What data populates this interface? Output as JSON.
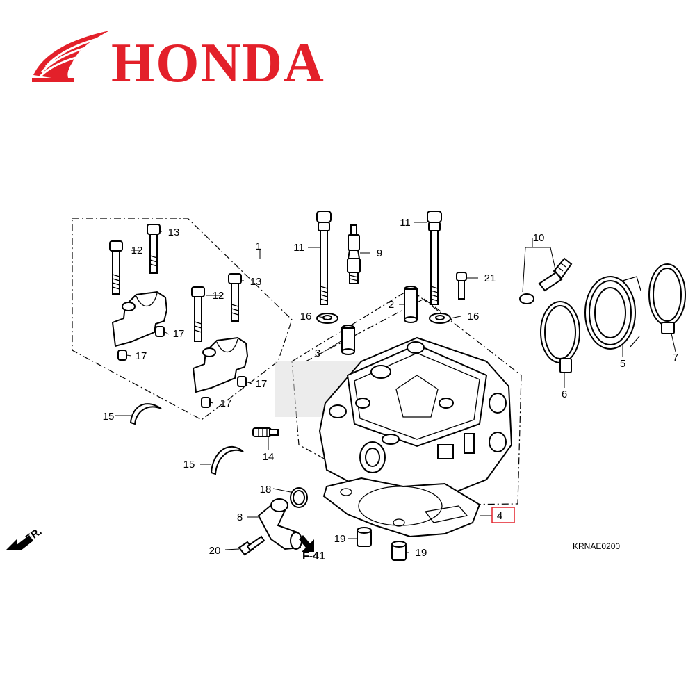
{
  "brand": {
    "name": "HONDA",
    "color": "#e3202a",
    "logo_icon": "honda-wing-icon"
  },
  "diagram": {
    "code": "KRNAE0200",
    "ref_label": "F-41",
    "direction_label": "FR.",
    "highlight_color": "#e3202a",
    "callouts": {
      "c1": "1",
      "c2": "2",
      "c3": "3",
      "c4": "4",
      "c5": "5",
      "c6": "6",
      "c7": "7",
      "c8": "8",
      "c9": "9",
      "c10": "10",
      "c11a": "11",
      "c11b": "11",
      "c12a": "12",
      "c12b": "12",
      "c13a": "13",
      "c13b": "13",
      "c14": "14",
      "c15a": "15",
      "c15b": "15",
      "c16a": "16",
      "c16b": "16",
      "c17a": "17",
      "c17b": "17",
      "c17c": "17",
      "c17d": "17",
      "c18": "18",
      "c19a": "19",
      "c19b": "19",
      "c20": "20",
      "c21": "21"
    }
  }
}
